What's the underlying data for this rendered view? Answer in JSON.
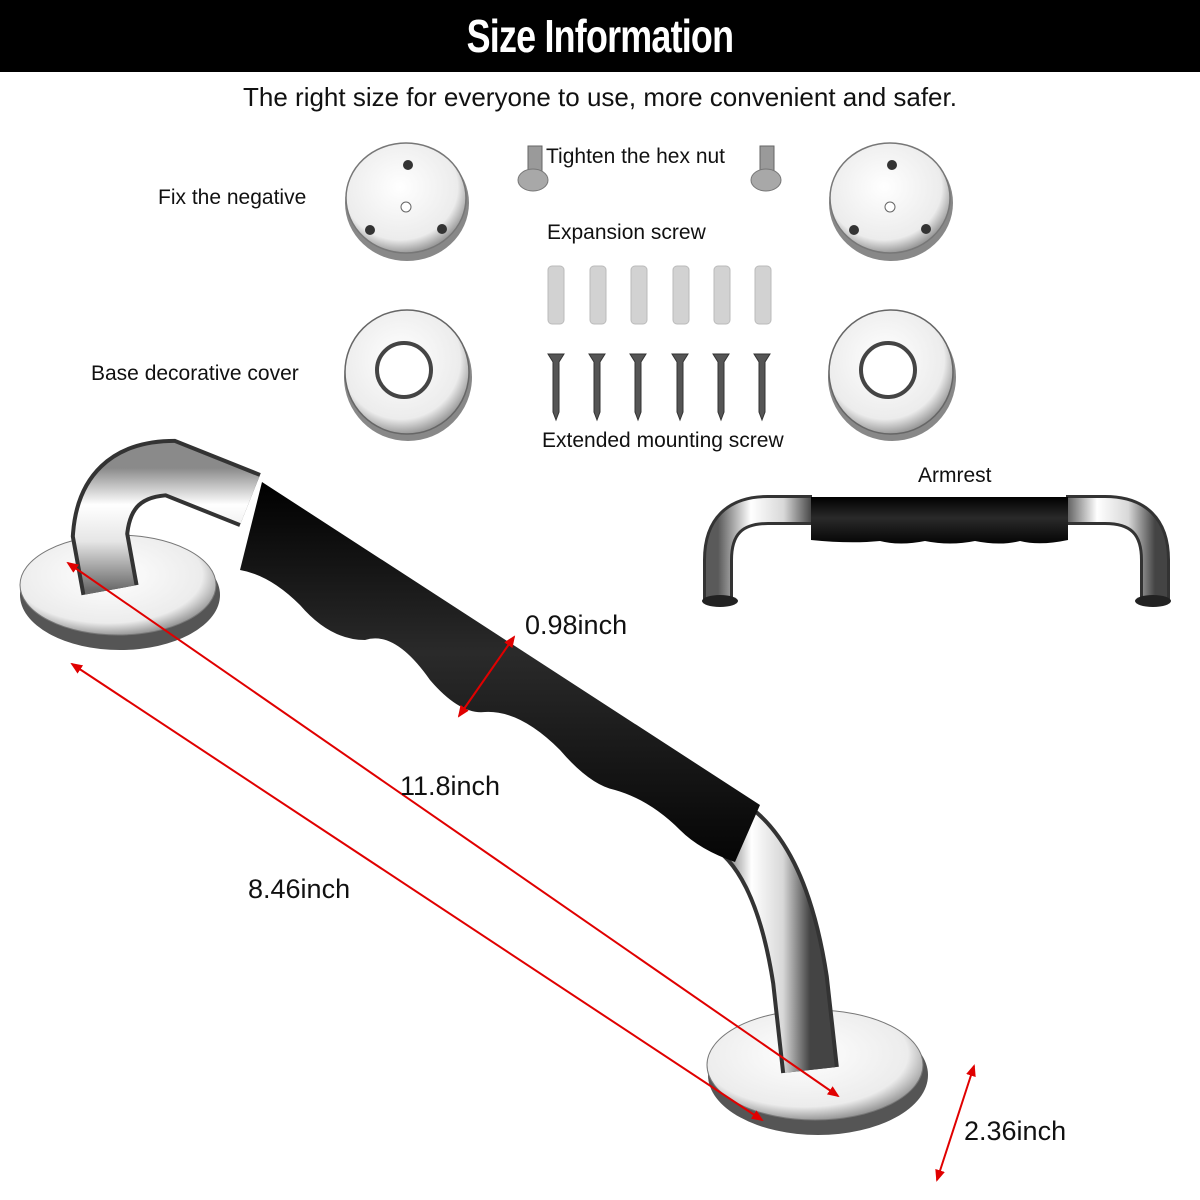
{
  "header": {
    "title": "Size Information",
    "subtitle": "The right size for everyone to use, more convenient and safer."
  },
  "parts": {
    "fix_negative": "Fix the negative",
    "base_cover": "Base decorative cover",
    "hex_nut": "Tighten the hex nut",
    "expansion_screw": "Expansion screw",
    "mounting_screw": "Extended mounting screw",
    "armrest": "Armrest"
  },
  "dimensions": {
    "grip_diameter": "0.98inch",
    "total_length": "11.8inch",
    "grip_length": "8.46inch",
    "base_diameter": "2.36inch"
  },
  "colors": {
    "banner_bg": "#000000",
    "banner_text": "#ffffff",
    "dimension_arrow": "#e00000",
    "grip": "#141414",
    "chrome": "#c8c8c8"
  },
  "counts": {
    "expansion_screws": 6,
    "mounting_screws": 6
  }
}
